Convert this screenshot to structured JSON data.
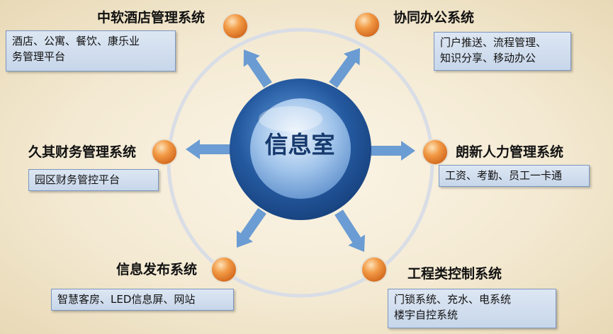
{
  "center": {
    "label": "信息室"
  },
  "nodes": [
    {
      "title": "中软酒店管理系统",
      "lines": [
        "酒店、公寓、餐饮、康乐业",
        "务管理平台"
      ]
    },
    {
      "title": "协同办公系统",
      "lines": [
        "门户推送、流程管理、",
        "知识分享、移动办公"
      ]
    },
    {
      "title": "久其财务管理系统",
      "lines": [
        "园区财务管控平台"
      ]
    },
    {
      "title": "朗新人力管理系统",
      "lines": [
        "工资、考勤、员工一卡通"
      ]
    },
    {
      "title": "信息发布系统",
      "lines": [
        "智慧客房、LED信息屏、网站"
      ]
    },
    {
      "title": "工程类控制系统",
      "lines": [
        "门锁系统、充水、电系统",
        "楼宇自控系统"
      ]
    }
  ],
  "colors": {
    "hub_dark": "#1c4f96",
    "hub_light": "#5b93d6",
    "arrow": "#5b92d2",
    "node_orange": "#f0913a",
    "box_border": "#7c97c0"
  }
}
